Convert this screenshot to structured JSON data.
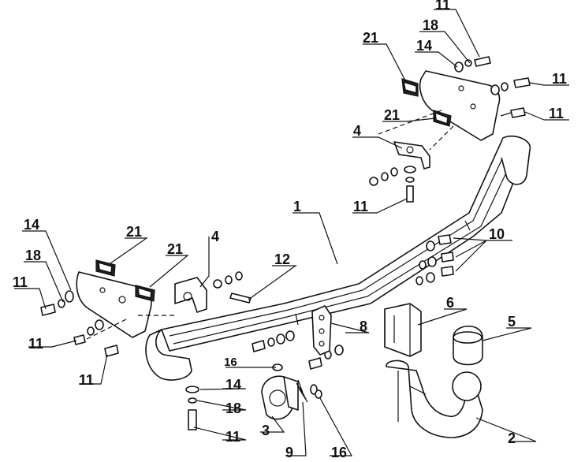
{
  "labels": {
    "l1": "1",
    "l2": "2",
    "l3": "3",
    "l4a": "4",
    "l4b": "4",
    "l6": "6",
    "l8": "8",
    "l9": "9",
    "l10": "10",
    "l12": "12",
    "l11a": "11",
    "l11b": "11",
    "l11c": "11",
    "l11d": "11",
    "l11e": "11",
    "l11f": "11",
    "l11g": "11",
    "l11h": "11",
    "l14a": "14",
    "l14b": "14",
    "l14c": "14",
    "l16a": "16",
    "l16b": "16",
    "l18a": "18",
    "l18b": "18",
    "l18c": "18",
    "l21a": "21",
    "l21b": "21",
    "l21c": "21",
    "l21d": "21"
  }
}
